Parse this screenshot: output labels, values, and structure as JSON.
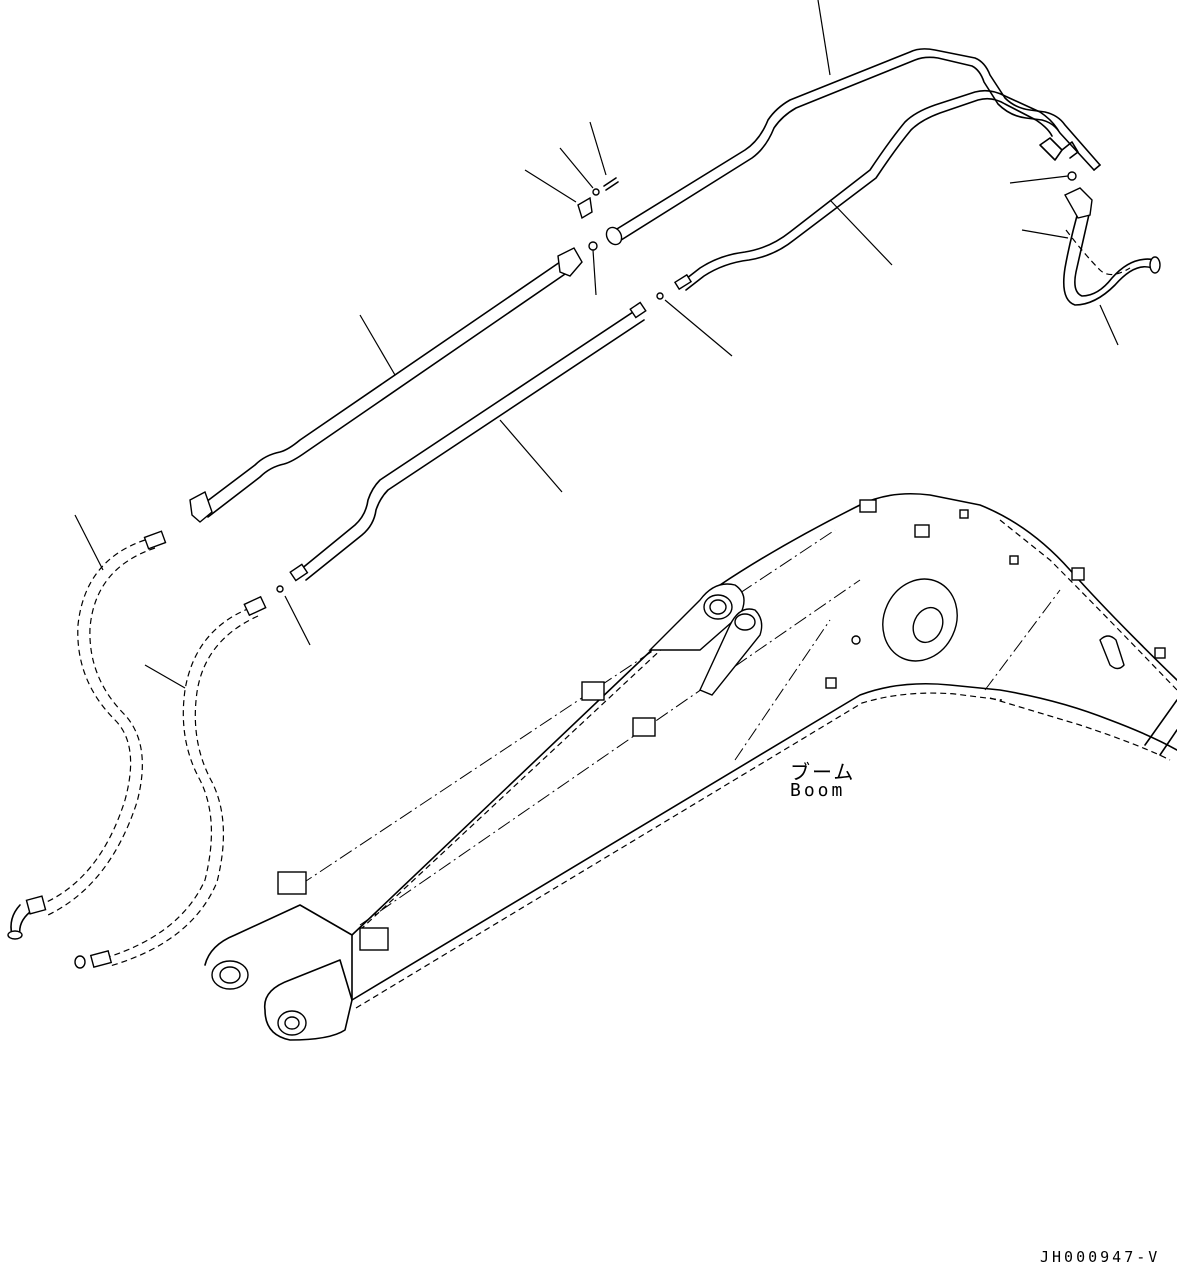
{
  "labels": {
    "boom_jp": "ブーム",
    "boom_en": "Boom",
    "drawing_code": "JH000947-V"
  }
}
